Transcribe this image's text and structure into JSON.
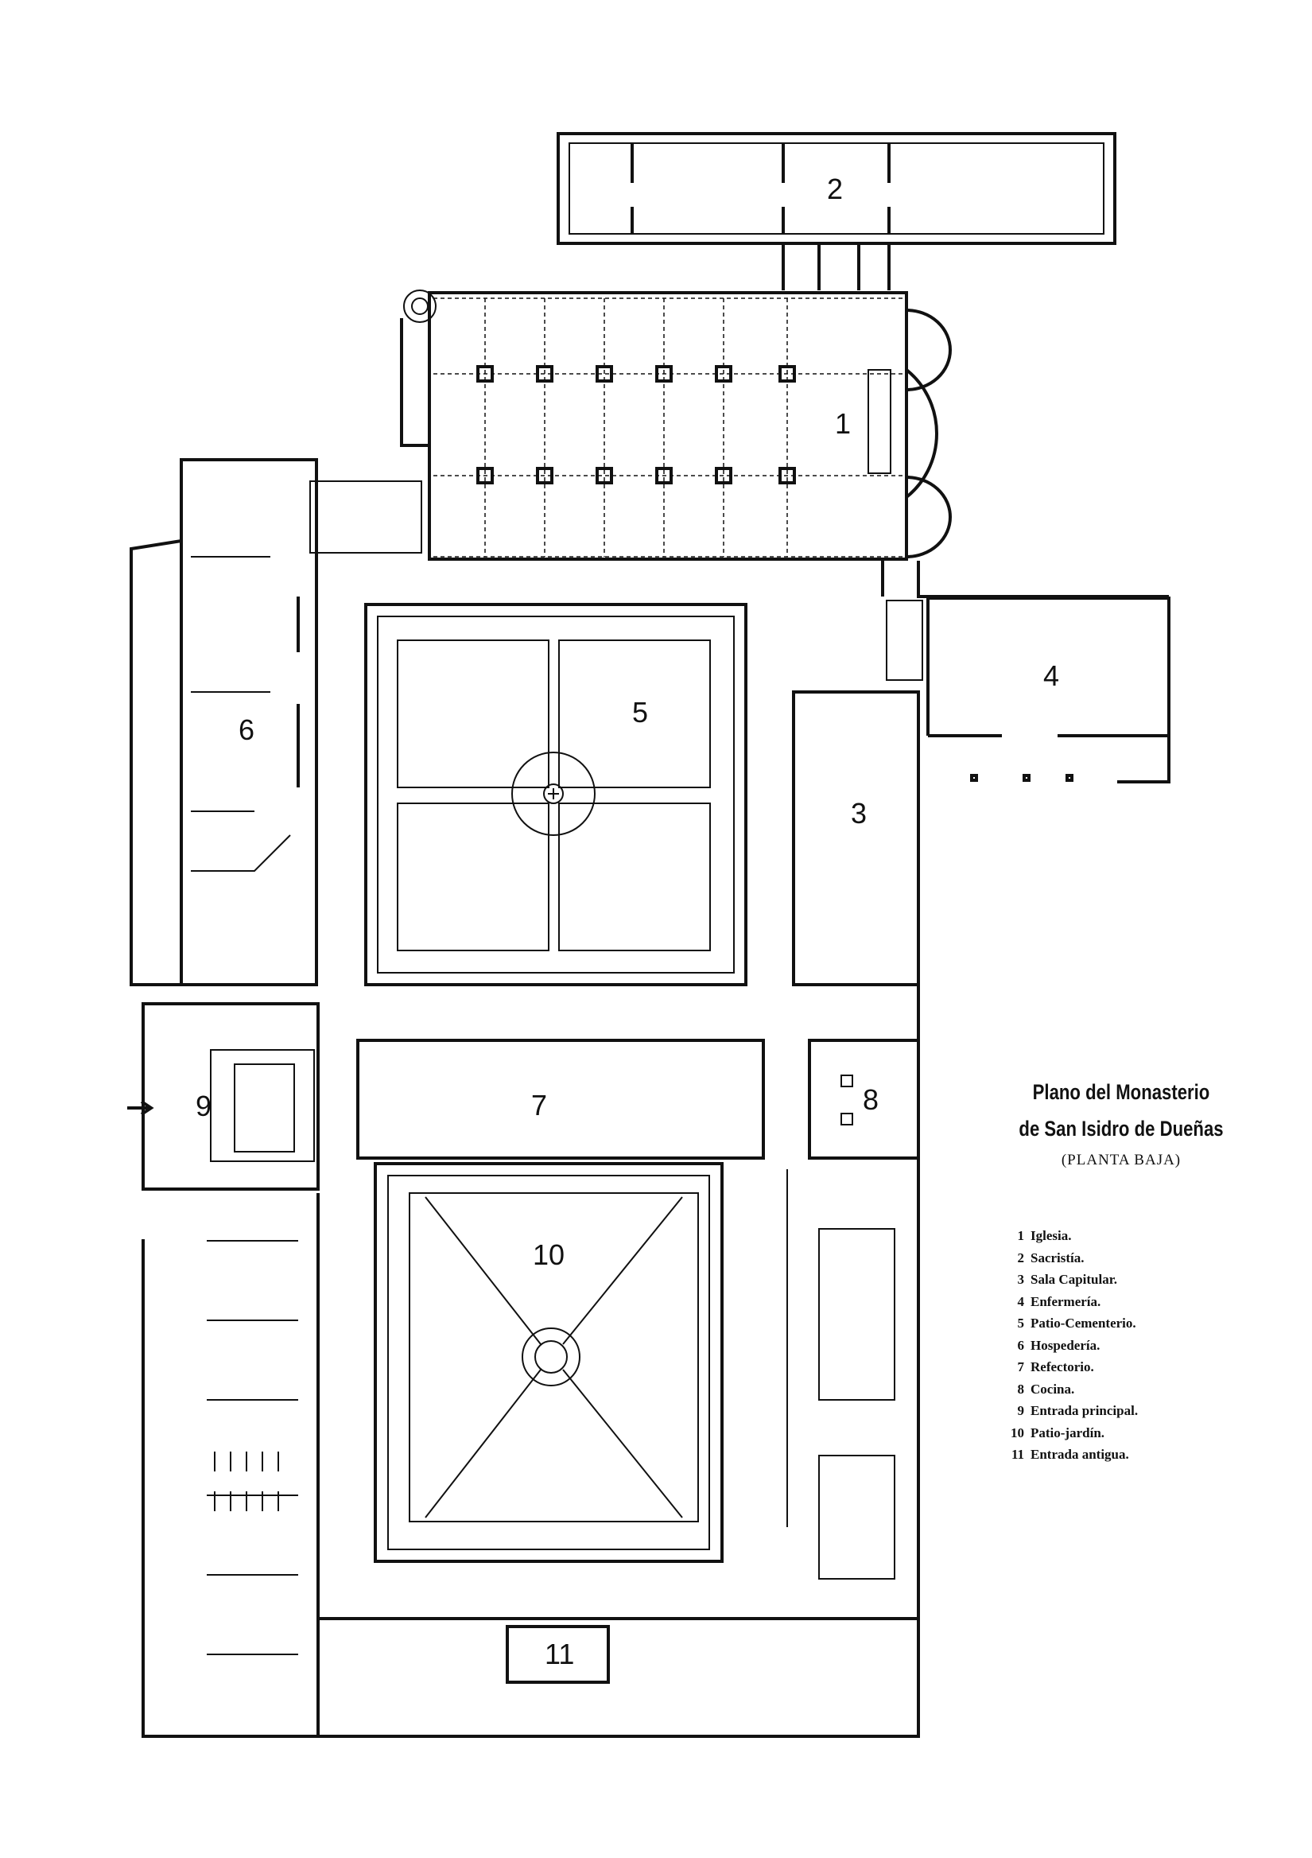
{
  "title": {
    "line1": "Plano del Monasterio",
    "line2": "de San Isidro de Dueñas",
    "subtitle": "(PLANTA BAJA)"
  },
  "rooms": [
    {
      "number": "1",
      "name": "Iglesia."
    },
    {
      "number": "2",
      "name": "Sacristía."
    },
    {
      "number": "3",
      "name": "Sala Capitular."
    },
    {
      "number": "4",
      "name": "Enfermería."
    },
    {
      "number": "5",
      "name": "Patio-Cementerio."
    },
    {
      "number": "6",
      "name": "Hospedería."
    },
    {
      "number": "7",
      "name": "Refectorio."
    },
    {
      "number": "8",
      "name": "Cocina."
    },
    {
      "number": "9",
      "name": "Entrada principal."
    },
    {
      "number": "10",
      "name": "Patio-jardín."
    },
    {
      "number": "11",
      "name": "Entrada antigua."
    }
  ],
  "colors": {
    "ink": "#111111",
    "paper": "#ffffff"
  }
}
